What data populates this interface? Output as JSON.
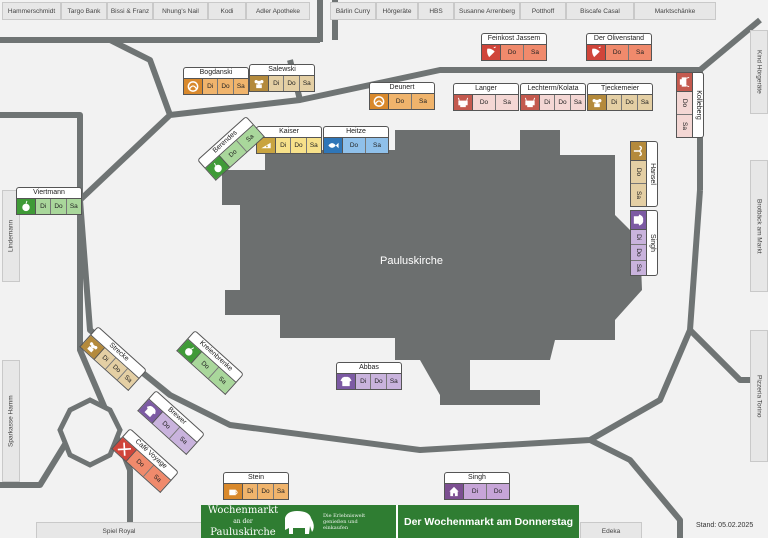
{
  "top_shops": [
    "Hammerschmidt",
    "Targo Bank",
    "Bissi & Franz",
    "Nhung's Nail",
    "Kodi",
    "Adler Apotheke",
    "Bärlin Curry",
    "Hörgeräte",
    "HBS",
    "Susanne Arrenberg",
    "Potthoff",
    "Biscafe Casal",
    "Marktschänke"
  ],
  "right_shops": [
    "Kind Hörgeräte",
    "Brotbäck am Markt",
    "Pizzeria Torino"
  ],
  "left_shops": [
    "Lindemann",
    "Sparkasse Hamm"
  ],
  "bottom_shops": [
    "Spiel Royal",
    "Edeka"
  ],
  "church": "Pauluskirche",
  "banner": {
    "logo_line1": "Wochenmarkt",
    "logo_line2": "an der",
    "logo_line3": "Pauluskirche",
    "logo_tagline": "Die Erlebniswelt genießen und einkaufen",
    "title": "Der Wochenmarkt am Donnerstag"
  },
  "stand": "Stand: 05.02.2025",
  "categories": {
    "baked": "#f0b46c",
    "meat": "#f4d7d4",
    "fruit": "#a9d79b",
    "fish": "#8fc0ea",
    "deli": "#f7e18a",
    "clothing": "#c9b3dd",
    "misc": "#e4cfa4",
    "food": "#f08a6c",
    "home": "#c7a5d8"
  },
  "stalls": [
    {
      "name": "Bogdanski",
      "icon": "pretzel-icon",
      "cat": "baked",
      "days": [
        "Di",
        "Do",
        "Sa"
      ]
    },
    {
      "name": "Salewski",
      "icon": "flower-icon",
      "cat": "misc",
      "days": [
        "Di",
        "Do",
        "Sa"
      ]
    },
    {
      "name": "Deunert",
      "icon": "pretzel-icon",
      "cat": "baked",
      "days": [
        "Do",
        "Sa"
      ]
    },
    {
      "name": "Feinkost Jassem",
      "icon": "pepper-icon",
      "cat": "food",
      "days": [
        "Do",
        "Sa"
      ]
    },
    {
      "name": "Der Olivenstand",
      "icon": "pepper-icon",
      "cat": "food",
      "days": [
        "Do",
        "Sa"
      ]
    },
    {
      "name": "Langer",
      "icon": "cow-icon",
      "cat": "meat",
      "days": [
        "Do",
        "Sa"
      ]
    },
    {
      "name": "Lechterm/Kolata",
      "icon": "cow-icon",
      "cat": "meat",
      "days": [
        "Di",
        "Do",
        "Sa"
      ]
    },
    {
      "name": "Tjeckemeier",
      "icon": "flower-icon",
      "cat": "misc",
      "days": [
        "Di",
        "Do",
        "Sa"
      ]
    },
    {
      "name": "Kaiser",
      "icon": "cheese-icon",
      "cat": "deli",
      "days": [
        "Di",
        "Do",
        "Sa"
      ]
    },
    {
      "name": "Heitze",
      "icon": "fish-icon",
      "cat": "fish",
      "days": [
        "Do",
        "Sa"
      ]
    },
    {
      "name": "Berendes",
      "icon": "apple-icon",
      "cat": "fruit",
      "days": [
        "Do",
        "Sa"
      ]
    },
    {
      "name": "Viertmann",
      "icon": "apple-icon",
      "cat": "fruit",
      "days": [
        "Di",
        "Do",
        "Sa"
      ]
    },
    {
      "name": "Kolleberg",
      "icon": "cow-icon",
      "cat": "meat",
      "days": [
        "Do",
        "Sa"
      ]
    },
    {
      "name": "Hansel",
      "icon": "plant-icon",
      "cat": "misc",
      "days": [
        "Do",
        "Sa"
      ]
    },
    {
      "name": "Singh",
      "icon": "shirt-icon",
      "cat": "clothing",
      "days": [
        "Di",
        "Do",
        "Sa"
      ]
    },
    {
      "name": "Kreienbrenke",
      "icon": "apple-icon",
      "cat": "fruit",
      "days": [
        "Do",
        "Sa"
      ]
    },
    {
      "name": "Strecke",
      "icon": "flower-icon",
      "cat": "misc",
      "days": [
        "Di",
        "Do",
        "Sa"
      ]
    },
    {
      "name": "Abbas",
      "icon": "shirt-icon",
      "cat": "clothing",
      "days": [
        "Di",
        "Do",
        "Sa"
      ]
    },
    {
      "name": "Brewer",
      "icon": "shirt-icon",
      "cat": "clothing",
      "days": [
        "Do",
        "Sa"
      ]
    },
    {
      "name": "Café Voyage",
      "icon": "cutlery-icon",
      "cat": "food",
      "days": [
        "Do",
        "Sa"
      ]
    },
    {
      "name": "Stein",
      "icon": "coffee-icon",
      "cat": "baked",
      "days": [
        "Di",
        "Do",
        "Sa"
      ]
    },
    {
      "name": "Singh",
      "icon": "house-icon",
      "cat": "home",
      "days": [
        "Di",
        "Do"
      ]
    }
  ]
}
